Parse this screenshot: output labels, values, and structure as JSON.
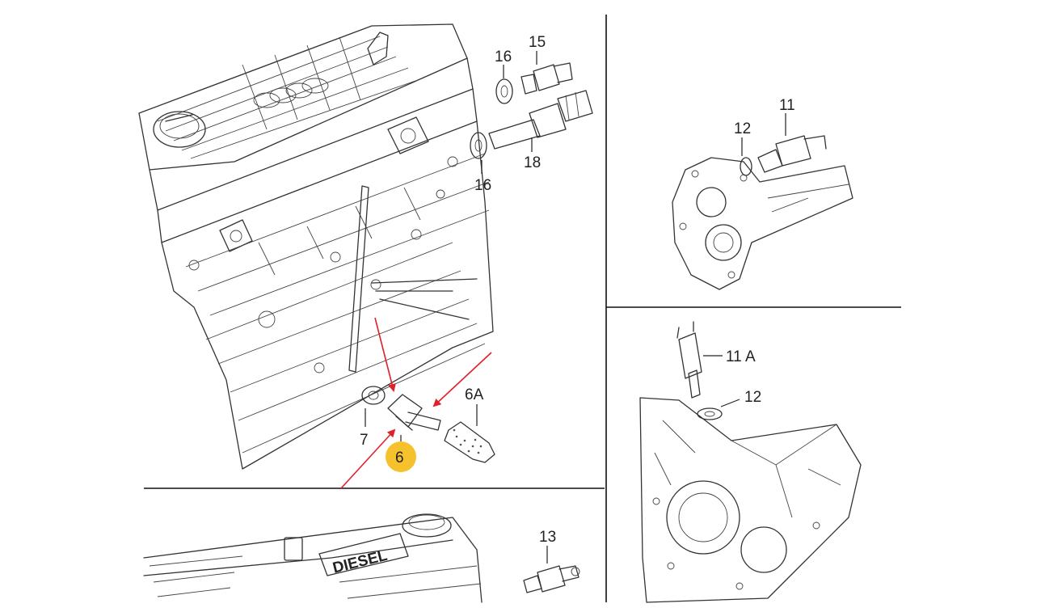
{
  "labels": {
    "part_15": "15",
    "part_16_top": "16",
    "part_18": "18",
    "part_16_bottom": "16",
    "part_11": "11",
    "part_12_top": "12",
    "part_11a": "11 A",
    "part_12_bottom": "12",
    "part_6a": "6A",
    "part_7": "7",
    "part_6": "6",
    "part_13": "13"
  },
  "valve_cover_text": "DIESEL",
  "colors": {
    "highlight": "#f5c22e",
    "arrow": "#e0202a",
    "ink": "#333333"
  }
}
